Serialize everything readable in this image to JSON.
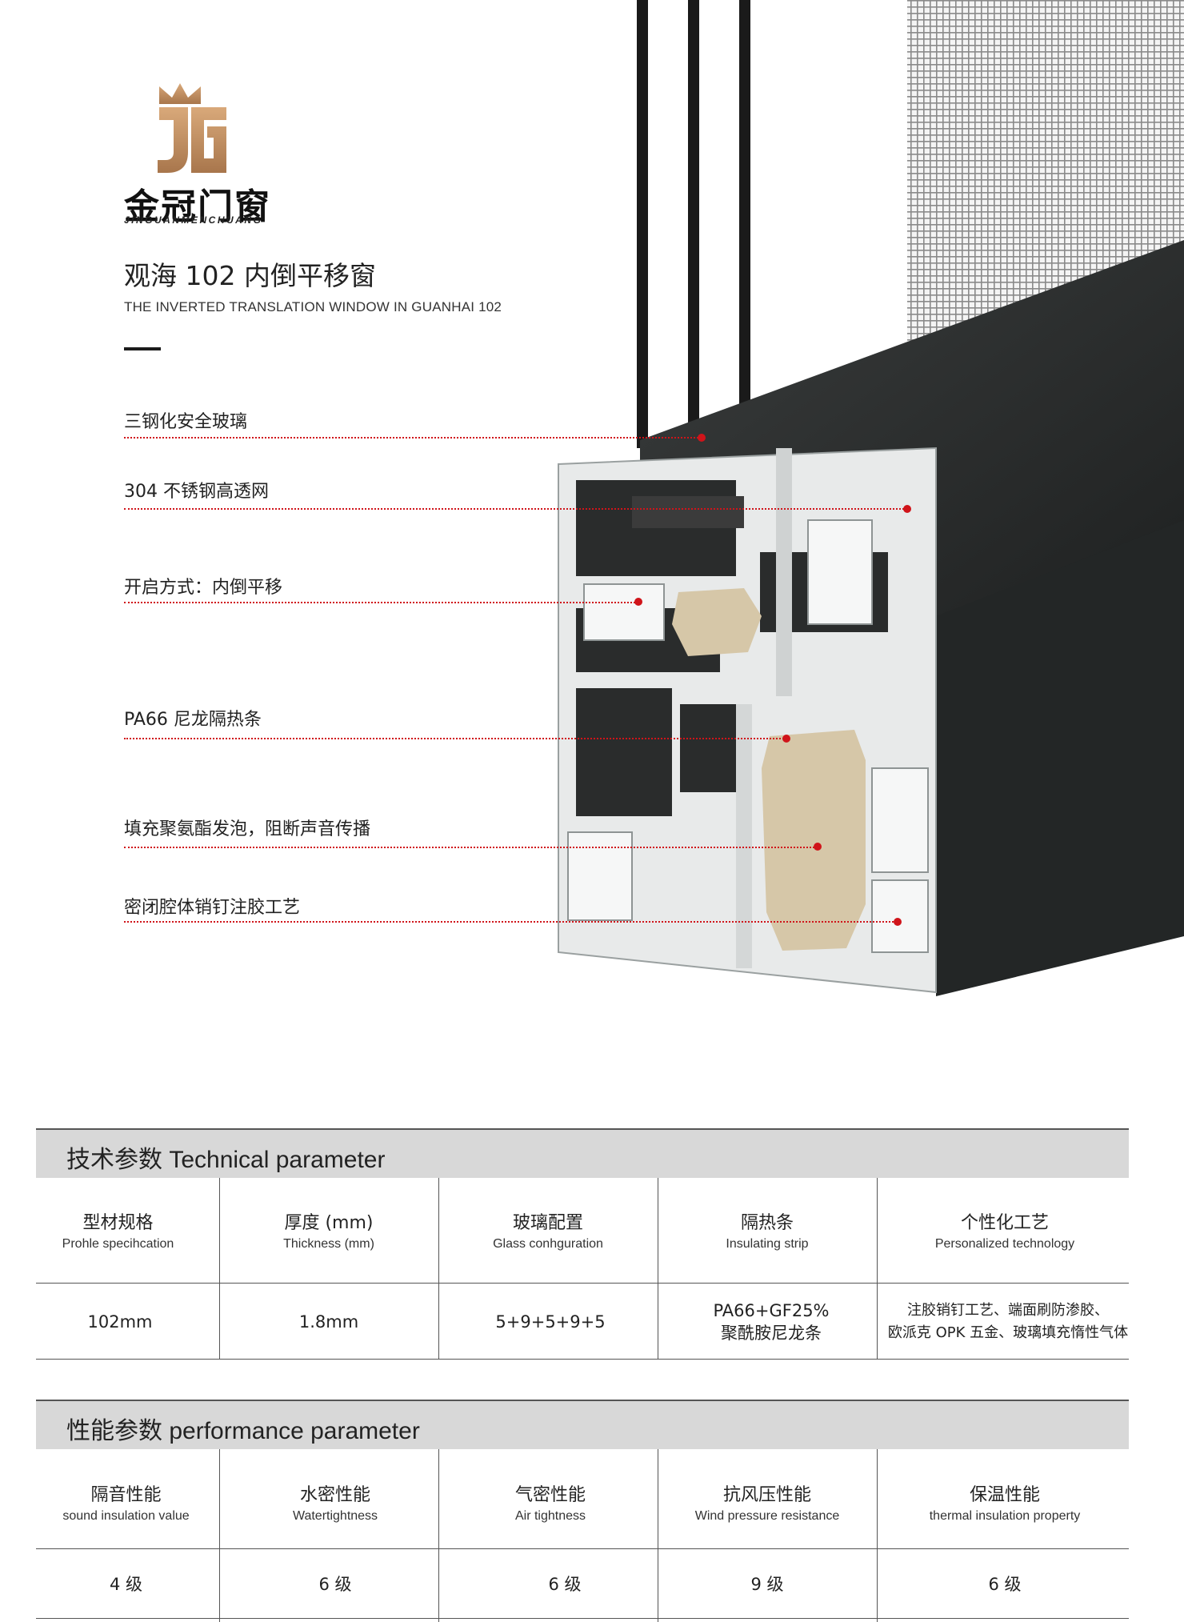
{
  "brand": {
    "name_cn": "金冠门窗",
    "name_en": "JINGUANMENCHUANG",
    "logo_letters": "JG"
  },
  "product": {
    "title_cn": "观海 102 内倒平移窗",
    "title_en": "THE INVERTED TRANSLATION WINDOW IN GUANHAI 102"
  },
  "features": [
    "三钢化安全玻璃",
    "304 不锈钢高透网",
    "开启方式：内倒平移",
    "PA66 尼龙隔热条",
    "填充聚氨酯发泡，阻断声音传播",
    "密闭腔体销钉注胶工艺"
  ],
  "colors": {
    "accent": "#d0141a",
    "logo_gold": "#b8865a",
    "header_bg": "#d8d8d8"
  },
  "technical": {
    "title": "技术参数 Technical parameter",
    "columns": [
      {
        "cn": "型材规格",
        "en": "Prohle specihcation"
      },
      {
        "cn": "厚度 (mm)",
        "en": "Thickness (mm)"
      },
      {
        "cn": "玻璃配置",
        "en": "Glass conhguration"
      },
      {
        "cn": "隔热条",
        "en": "Insulating strip"
      },
      {
        "cn": "个性化工艺",
        "en": "Personalized technology"
      }
    ],
    "values": [
      [
        "102mm"
      ],
      [
        "1.8mm"
      ],
      [
        "5+9+5+9+5"
      ],
      [
        "PA66+GF25%",
        "聚酰胺尼龙条"
      ],
      [
        "注胶销钉工艺、端面刷防渗胶、",
        "欧派克 OPK 五金、玻璃填充惰性气体"
      ]
    ]
  },
  "performance": {
    "title": "性能参数 performance parameter",
    "columns": [
      {
        "cn": "隔音性能",
        "en": "sound insulation value"
      },
      {
        "cn": "水密性能",
        "en": "Watertightness"
      },
      {
        "cn": "气密性能",
        "en": "Air tightness"
      },
      {
        "cn": "抗风压性能",
        "en": "Wind pressure resistance"
      },
      {
        "cn": "保温性能",
        "en": "thermal insulation property"
      }
    ],
    "values": [
      "4 级",
      "6 级",
      "6 级",
      "9 级",
      "6 级"
    ]
  }
}
